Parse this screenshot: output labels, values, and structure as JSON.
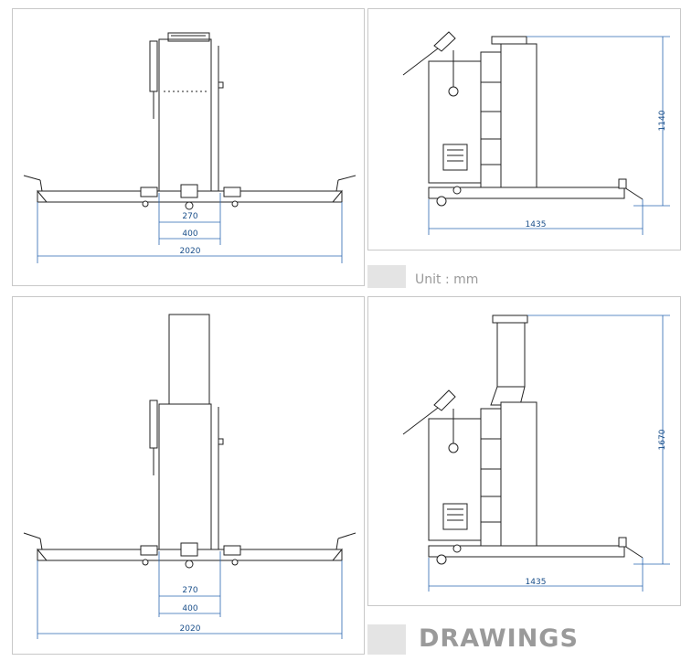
{
  "unit_label": "Unit : mm",
  "footer_label": "DRAWINGS",
  "colors": {
    "dimension": "#2a66b0",
    "line": "#222222",
    "label_gray": "#9a9a9a"
  },
  "top_front": {
    "d1": "270",
    "d2": "400",
    "d3": "2020"
  },
  "top_side": {
    "height": "1140",
    "length": "1435"
  },
  "bottom_front": {
    "d1": "270",
    "d2": "400",
    "d3": "2020"
  },
  "bottom_side": {
    "height": "1670",
    "length": "1435"
  }
}
